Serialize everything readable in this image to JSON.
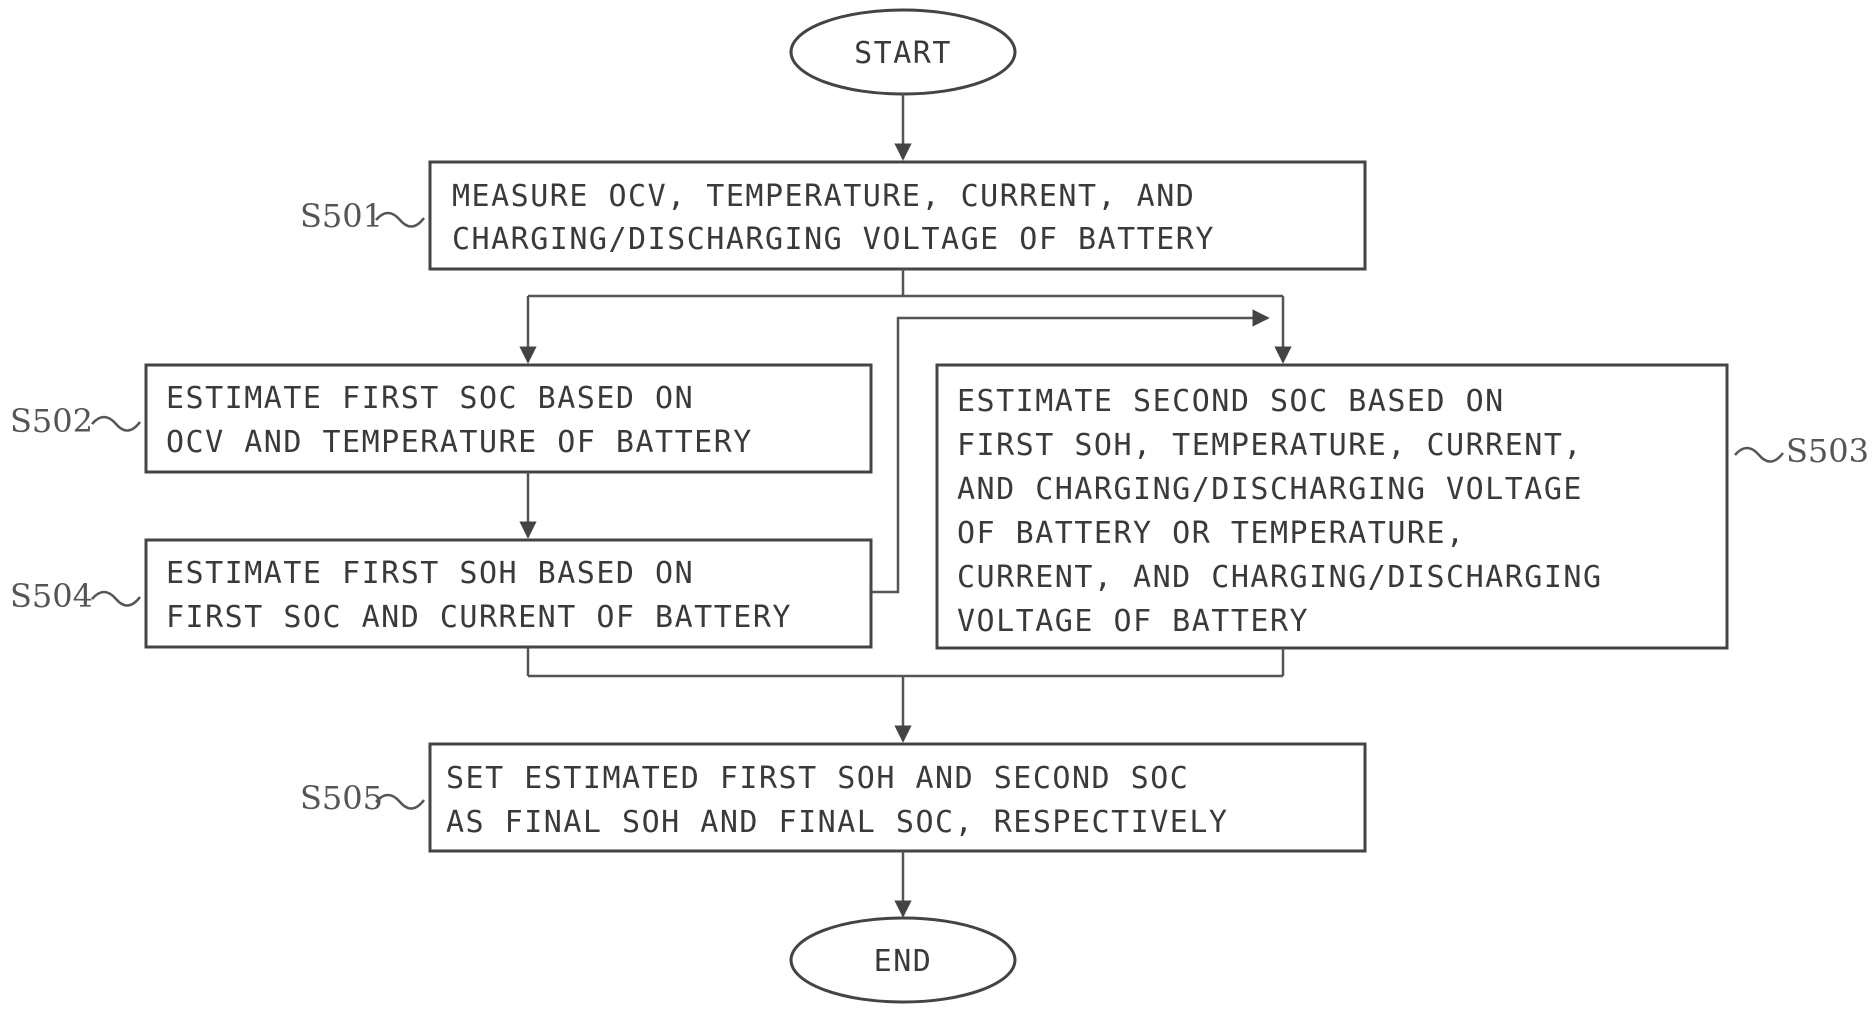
{
  "diagram": {
    "start": "START",
    "end": "END",
    "steps": {
      "s501": {
        "id": "S501",
        "lines": [
          "MEASURE OCV, TEMPERATURE, CURRENT, AND",
          "CHARGING/DISCHARGING VOLTAGE OF BATTERY"
        ]
      },
      "s502": {
        "id": "S502",
        "lines": [
          "ESTIMATE FIRST SOC BASED ON",
          "OCV AND TEMPERATURE OF BATTERY"
        ]
      },
      "s503": {
        "id": "S503",
        "lines": [
          "ESTIMATE SECOND SOC BASED ON",
          "FIRST SOH, TEMPERATURE, CURRENT,",
          "AND CHARGING/DISCHARGING VOLTAGE",
          "OF BATTERY OR TEMPERATURE,",
          "CURRENT, AND CHARGING/DISCHARGING",
          "VOLTAGE OF BATTERY"
        ]
      },
      "s504": {
        "id": "S504",
        "lines": [
          "ESTIMATE FIRST SOH BASED ON",
          "FIRST SOC AND CURRENT OF BATTERY"
        ]
      },
      "s505": {
        "id": "S505",
        "lines": [
          "SET ESTIMATED FIRST SOH AND SECOND SOC",
          "AS FINAL SOH AND FINAL SOC, RESPECTIVELY"
        ]
      }
    }
  }
}
